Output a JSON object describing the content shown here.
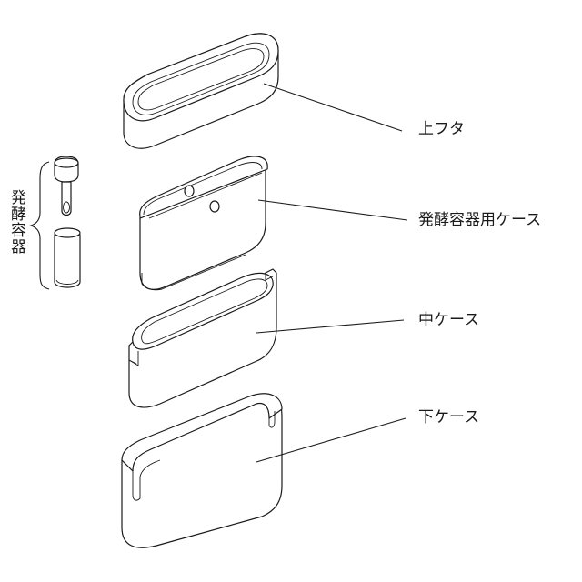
{
  "labels": {
    "top_lid": "上フタ",
    "fermenter_case": "発酵容器用ケース",
    "middle_case": "中ケース",
    "bottom_case": "下ケース",
    "fermenter": "発酵容器"
  },
  "colors": {
    "line": "#1a1a1a",
    "background": "#ffffff"
  }
}
